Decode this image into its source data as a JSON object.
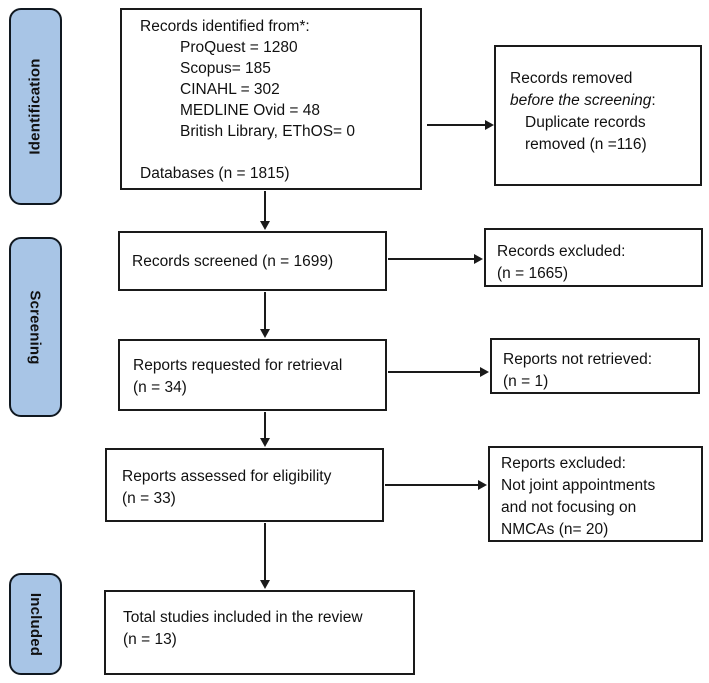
{
  "colors": {
    "canvas": "#ffffff",
    "side-fill": "#a8c5e6",
    "side-border": "#101820",
    "box-border": "#1a1a1a",
    "text": "#111111"
  },
  "side_labels": {
    "identification": "Identification",
    "screening": "Screening",
    "included": "Included"
  },
  "boxes": {
    "identified": {
      "title": "Records identified from*:",
      "sources": [
        "ProQuest = 1280",
        "Scopus= 185",
        "CINAHL = 302",
        "MEDLINE Ovid = 48",
        "British Library, EThOS= 0"
      ],
      "total": "Databases (n = 1815)"
    },
    "removed": {
      "line1": "Records removed",
      "line2_italic": "before the screening",
      "line2_suffix": ":",
      "line3": "Duplicate records",
      "line4": "removed (n =116)"
    },
    "screened": {
      "line1": "Records screened (n = 1699)"
    },
    "excluded_screening": {
      "line1": "Records excluded:",
      "line2": "(n = 1665)"
    },
    "retrieval": {
      "line1": "Reports requested for retrieval",
      "line2": "(n = 34)"
    },
    "not_retrieved": {
      "line1": "Reports not retrieved:",
      "line2": "(n = 1)"
    },
    "assessed": {
      "line1": "Reports assessed for eligibility",
      "line2": "(n = 33)"
    },
    "excluded_eligibility": {
      "line1": "Reports excluded:",
      "line2": "Not joint appointments",
      "line3": "and not focusing on",
      "line4": "NMCAs (n= 20)"
    },
    "included_total": {
      "line1": "Total studies included in the review",
      "line2": "(n = 13)"
    }
  }
}
